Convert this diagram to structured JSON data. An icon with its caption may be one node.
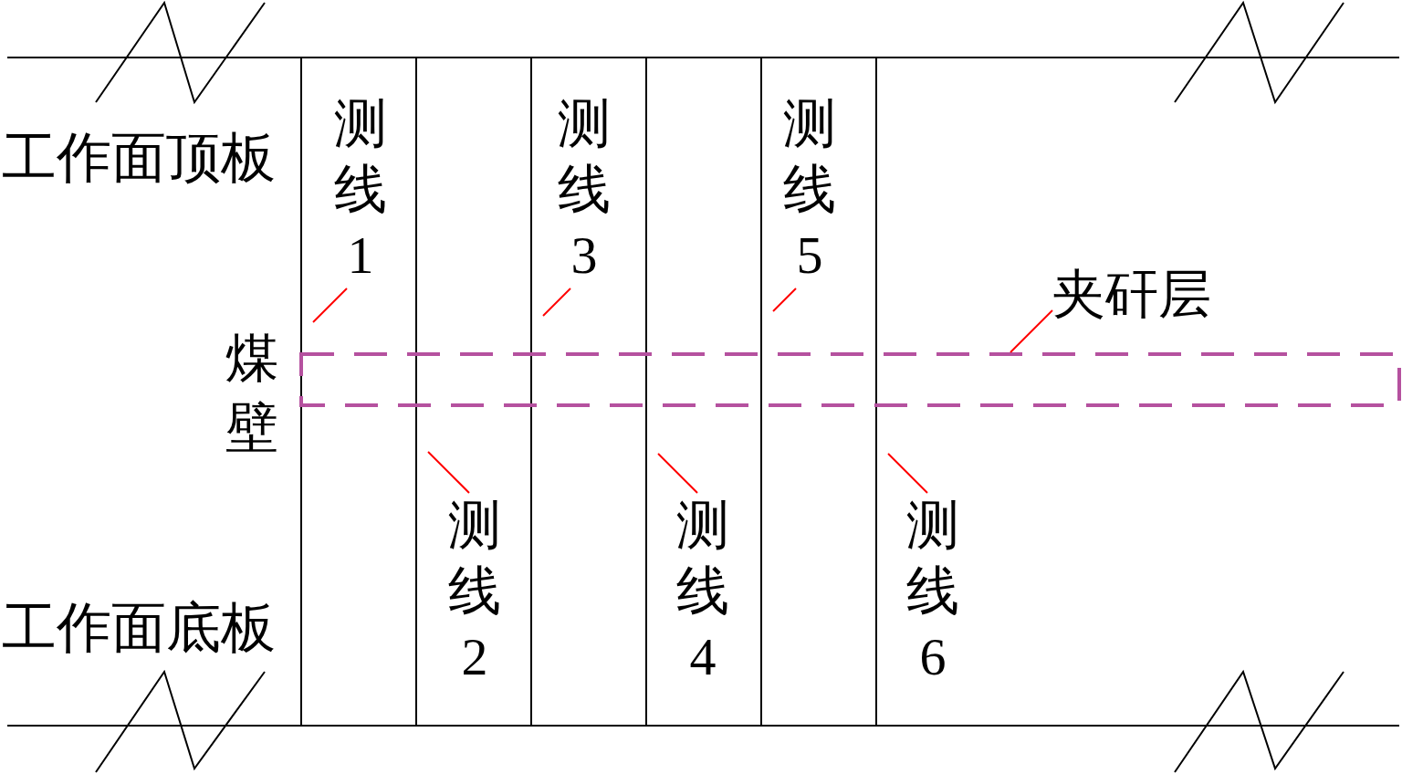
{
  "diagram": {
    "nodes": [
      {
        "text": [
          "测线1"
        ]
      },
      {
        "text": [
          "测线2"
        ]
      },
      {
        "text": [
          "测线3"
        ]
      },
      {
        "text": [
          "测线4"
        ]
      },
      {
        "text": [
          "测线5"
        ]
      },
      {
        "text": [
          "测线6"
        ]
      },
      {
        "text": [],
        "shape": "line"
      },
      {
        "text": [],
        "shape": "line"
      },
      {
        "text": [],
        "shape": "line"
      },
      {
        "text": [],
        "shape": "line"
      },
      {
        "text": [],
        "shape": "line"
      },
      {
        "text": [],
        "shape": "line"
      },
      {
        "text": [
          "夹矸层"
        ]
      },
      {
        "text": [],
        "shape": "box"
      }
    ],
    "edges": [
      {
        "from": 0,
        "to": 6,
        "arrow": "none"
      },
      {
        "from": 1,
        "to": 7,
        "arrow": "none"
      },
      {
        "from": 2,
        "to": 8,
        "arrow": "none"
      },
      {
        "from": 3,
        "to": 9,
        "arrow": "none"
      },
      {
        "from": 4,
        "to": 10,
        "arrow": "none"
      },
      {
        "from": 5,
        "to": 11,
        "arrow": "none"
      },
      {
        "from": 12,
        "to": 13,
        "arrow": "none"
      }
    ],
    "labels": [
      "工作面顶板",
      "煤壁",
      "工作面底板"
    ]
  }
}
